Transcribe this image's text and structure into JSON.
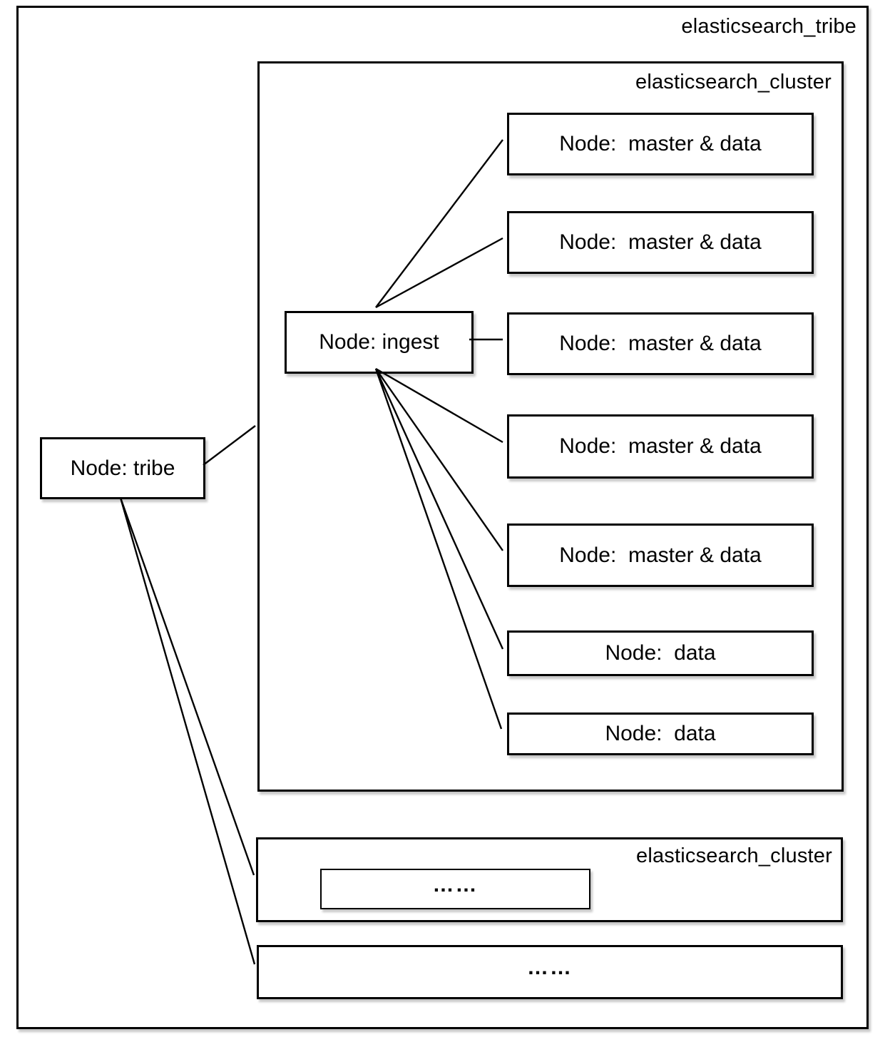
{
  "outer": {
    "label": "elasticsearch_tribe"
  },
  "cluster1": {
    "label": "elasticsearch_cluster",
    "ingest": {
      "label": "Node: ingest"
    },
    "nodes": [
      {
        "label": "Node:  master & data"
      },
      {
        "label": "Node:  master & data"
      },
      {
        "label": "Node:  master & data"
      },
      {
        "label": "Node:  master & data"
      },
      {
        "label": "Node:  master & data"
      },
      {
        "label": "Node:  data"
      },
      {
        "label": "Node:  data"
      }
    ]
  },
  "tribe": {
    "label": "Node: tribe"
  },
  "cluster2": {
    "label": "elasticsearch_cluster",
    "inner_placeholder": "……"
  },
  "more_clusters": {
    "placeholder": "……"
  },
  "colors": {
    "line": "#000000",
    "background": "#ffffff"
  }
}
